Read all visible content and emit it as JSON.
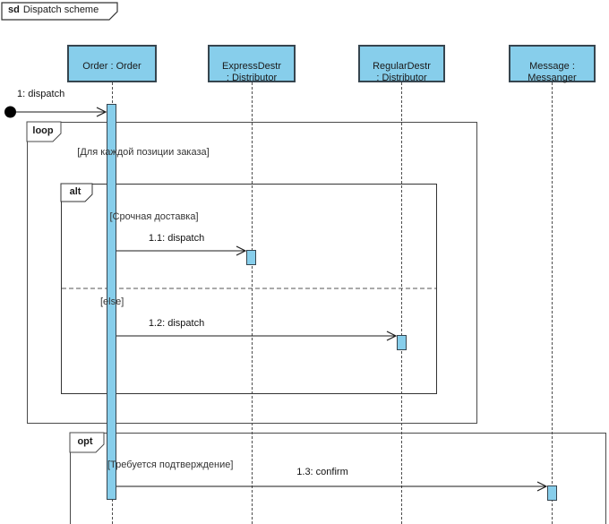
{
  "frame": {
    "keyword": "sd",
    "title": "Dispatch scheme"
  },
  "lifelines": [
    {
      "id": "order",
      "label": "Order : Order"
    },
    {
      "id": "express-destr",
      "label": "ExpressDestr\n: Distributor"
    },
    {
      "id": "regular-destr",
      "label": "RegularDestr\n: Distributor"
    },
    {
      "id": "messanger",
      "label": "Message :\nMessanger"
    }
  ],
  "fragments": {
    "loop": {
      "operator": "loop",
      "guard": "[Для каждой позиции заказа]"
    },
    "alt": {
      "operator": "alt",
      "guard_if": "[Срочная доставка]",
      "guard_else": "[else]"
    },
    "opt": {
      "operator": "opt",
      "guard": "[Требуется подтверждение]"
    }
  },
  "messages": [
    {
      "label": "1: dispatch"
    },
    {
      "label": "1.1: dispatch"
    },
    {
      "label": "1.2: dispatch"
    },
    {
      "label": "1.3: confirm"
    }
  ],
  "colors": {
    "shape_fill": "#87CEEB",
    "shape_border": "#36454F",
    "frame_border": "#4A4A4A",
    "arrow": "#1A1A1A",
    "text": "#1A1A1A"
  }
}
